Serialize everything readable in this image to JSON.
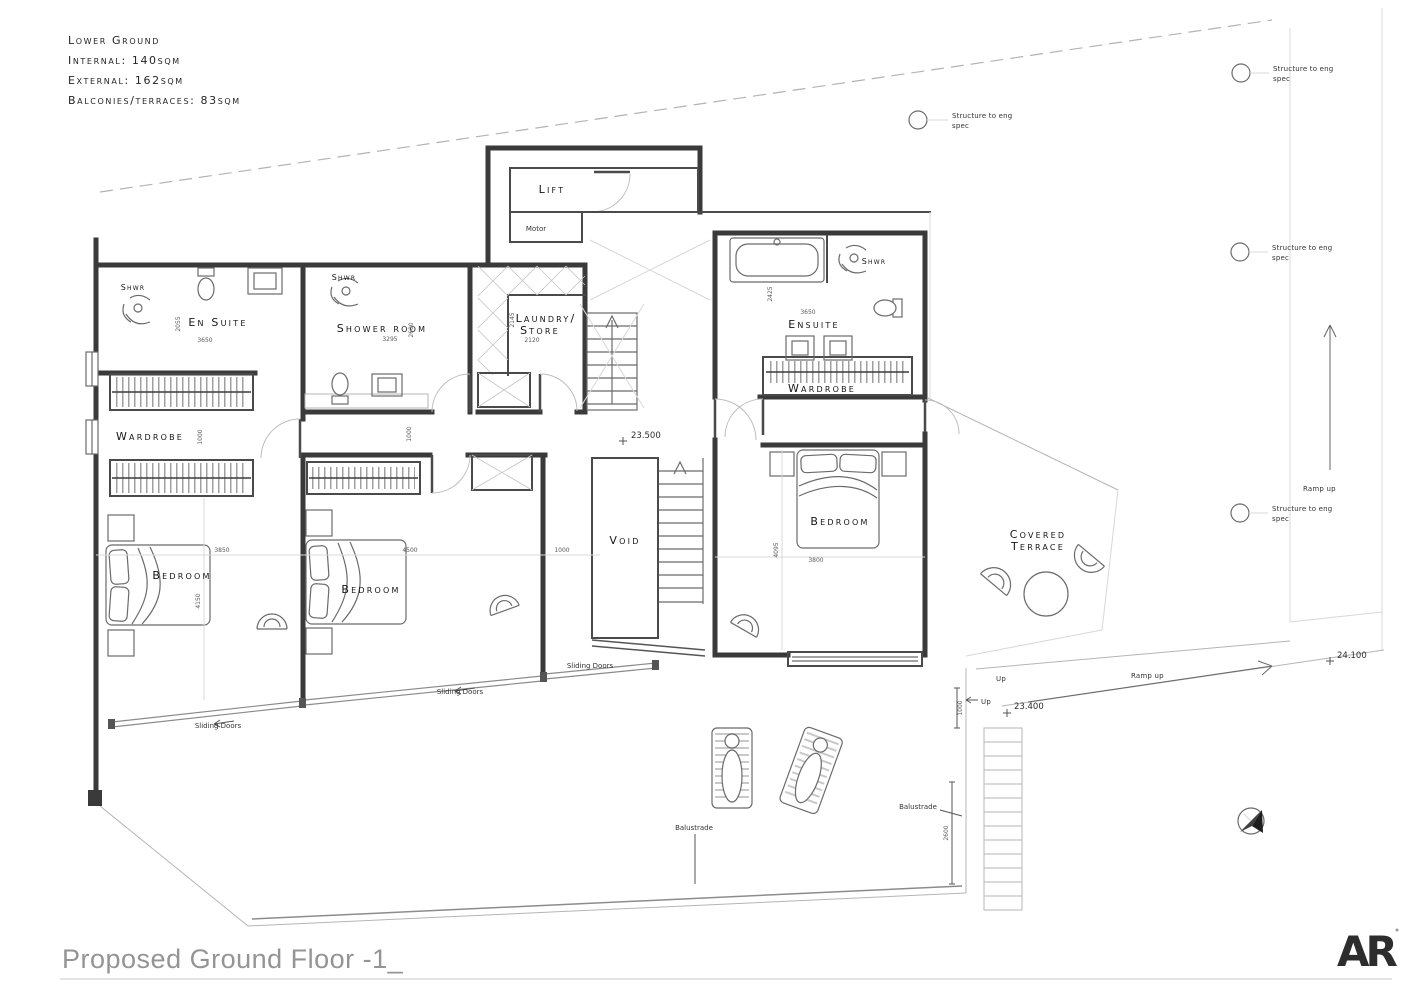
{
  "area_schedule": {
    "floor": "Lower Ground",
    "internal": "Internal: 140sqm",
    "external": "External: 162sqm",
    "balconies": "Balconies/terraces: 83sqm"
  },
  "rooms": {
    "lift": "Lift",
    "motor": "Motor",
    "shwr": "Shwr",
    "en_suite": "En Suite",
    "shower_room": "Shower room",
    "laundry_1": "Laundry/",
    "laundry_2": "Store",
    "ensuite": "Ensuite",
    "wardrobe": "Wardrobe",
    "bedroom": "Bedroom",
    "void": "Void",
    "covered_1": "Covered",
    "covered_2": "Terrace"
  },
  "annotations": {
    "structure_1": "Structure to eng",
    "structure_2": "spec",
    "ramp_up": "Ramp up",
    "up": "Up",
    "sliding_doors": "Sliding Doors",
    "balustrade": "Balustrade"
  },
  "levels": {
    "stair": "23.500",
    "terrace": "23.400",
    "ramp_top": "24.100"
  },
  "dimensions": {
    "en_suite_w": "3650",
    "en_suite_d": "2055",
    "shower_w": "3295",
    "shower_d": "2600",
    "laundry_d": "2145",
    "laundry_w": "2120",
    "ensuite_d": "2425",
    "ensuite_w": "3650",
    "wardrobe_d": "1000",
    "hall_d": "1000",
    "bed1_w": "3850",
    "bed1_d": "4150",
    "bed2_w": "4500",
    "landing_w": "1000",
    "bed3_d": "4095",
    "bed3_w": "3800",
    "step_d": "1000",
    "balustrade_d": "2600"
  },
  "title_block": {
    "title": "Proposed Ground Floor -1_",
    "logo": "AR"
  }
}
